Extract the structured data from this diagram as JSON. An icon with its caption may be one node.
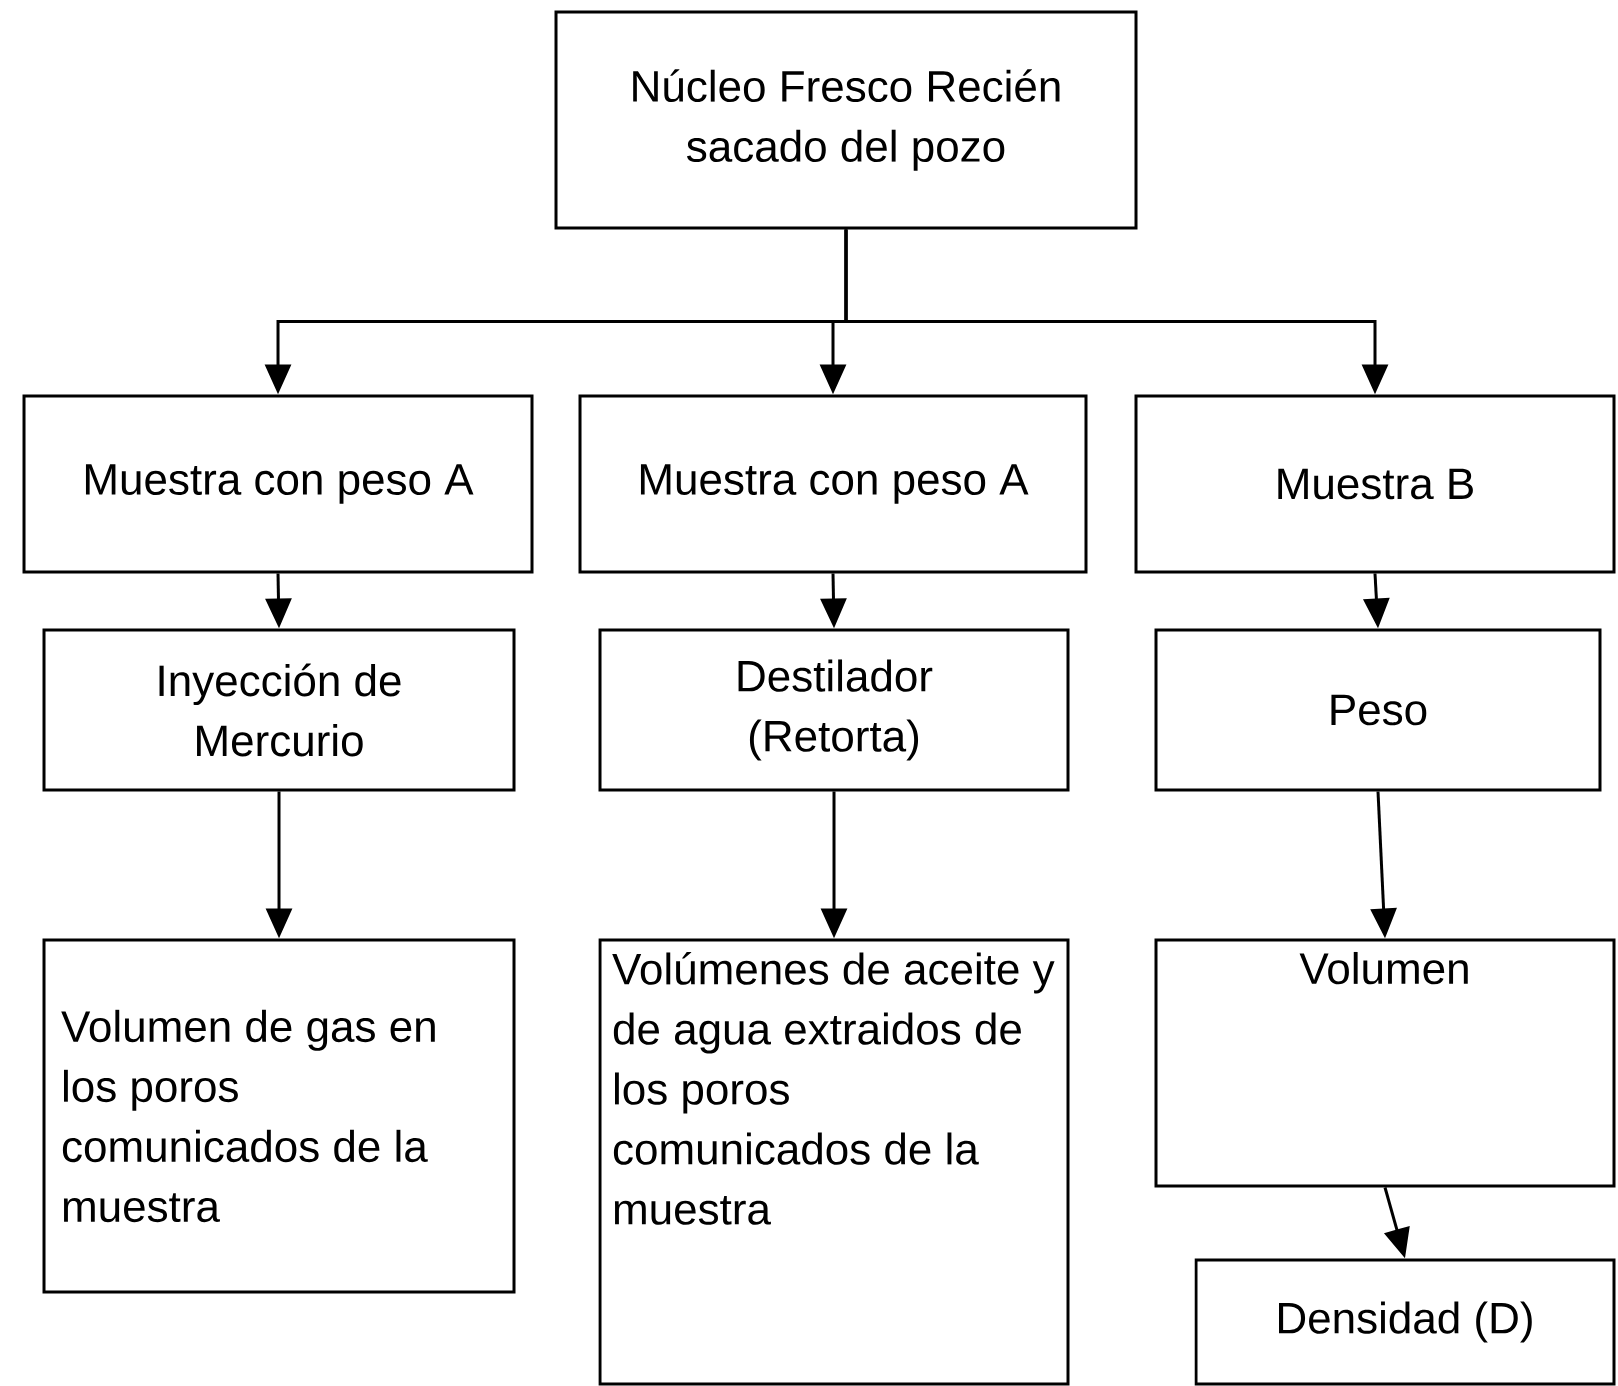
{
  "diagram": {
    "nodes": [
      {
        "text": [
          "Núcleo Fresco Recién sacado del pozo"
        ]
      },
      {
        "text": [
          "Muestra con peso A"
        ]
      },
      {
        "text": [
          "Muestra con peso A"
        ]
      },
      {
        "text": [
          "Muestra B"
        ]
      },
      {
        "text": [
          "Inyección de Mercurio"
        ]
      },
      {
        "text": [
          "Destilador (Retorta)"
        ]
      },
      {
        "text": [
          "Peso"
        ]
      },
      {
        "text": [
          "Volumen de gas en los poros comunicados de la muestra"
        ]
      },
      {
        "text": [
          "Volúmenes de aceite y de agua extraidos de los poros comunicados de la muestra"
        ]
      },
      {
        "text": [
          "Volumen"
        ]
      },
      {
        "text": [
          "Densidad (D)"
        ]
      }
    ],
    "edges": [
      {
        "from": 0,
        "to": 1,
        "arrow": "to"
      },
      {
        "from": 0,
        "to": 2,
        "arrow": "to"
      },
      {
        "from": 0,
        "to": 3,
        "arrow": "to"
      },
      {
        "from": 1,
        "to": 4,
        "arrow": "to"
      },
      {
        "from": 2,
        "to": 5,
        "arrow": "to"
      },
      {
        "from": 3,
        "to": 6,
        "arrow": "to"
      },
      {
        "from": 4,
        "to": 7,
        "arrow": "to"
      },
      {
        "from": 5,
        "to": 8,
        "arrow": "to"
      },
      {
        "from": 6,
        "to": 9,
        "arrow": "to"
      },
      {
        "from": 9,
        "to": 10,
        "arrow": "to"
      }
    ]
  }
}
